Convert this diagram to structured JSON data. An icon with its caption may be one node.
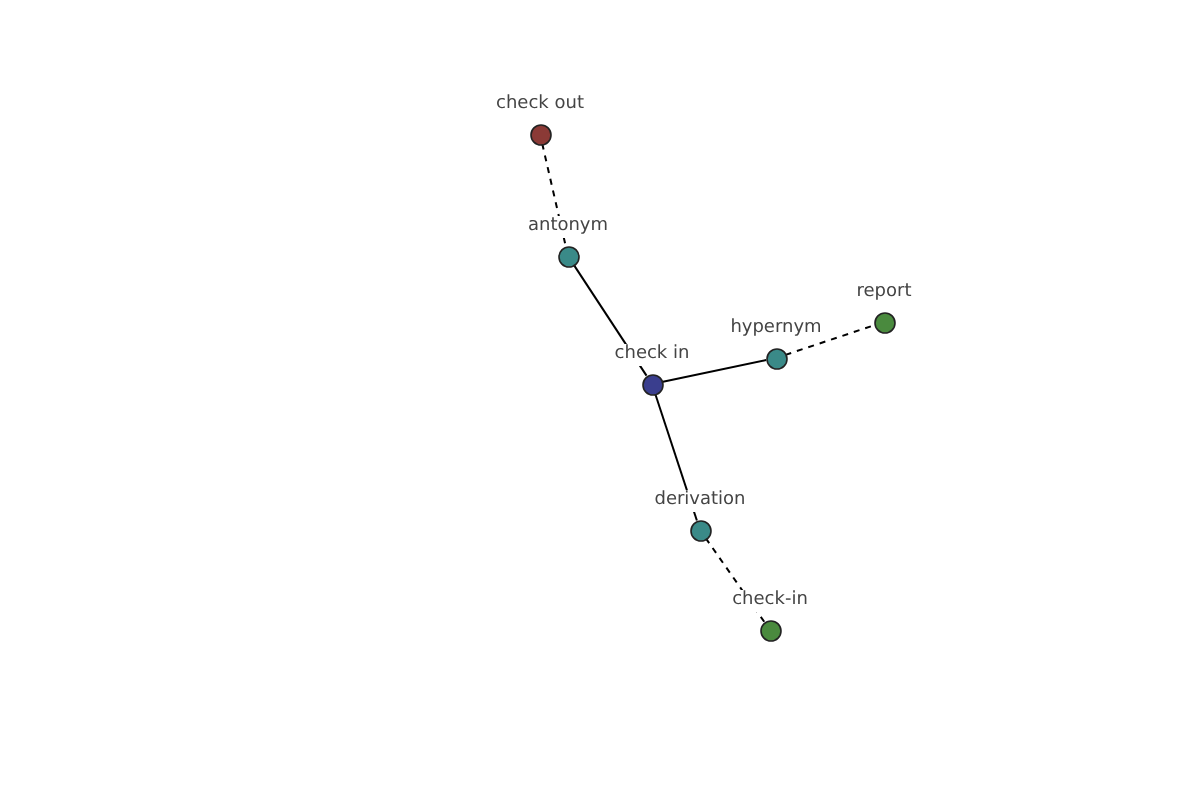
{
  "diagram": {
    "nodes": [
      {
        "text": [
          "check out"
        ]
      },
      {
        "text": [
          "antonym"
        ]
      },
      {
        "text": [
          "check in"
        ]
      },
      {
        "text": [
          "hypernym"
        ]
      },
      {
        "text": [
          "report"
        ]
      },
      {
        "text": [
          "derivation"
        ]
      },
      {
        "text": [
          "check-in"
        ]
      }
    ],
    "edges": [
      {
        "from": 0,
        "to": 1,
        "arrow": "none",
        "style": "dashed"
      },
      {
        "from": 1,
        "to": 2,
        "arrow": "none"
      },
      {
        "from": 2,
        "to": 3,
        "arrow": "none"
      },
      {
        "from": 3,
        "to": 4,
        "arrow": "none",
        "style": "dashed"
      },
      {
        "from": 2,
        "to": 5,
        "arrow": "none"
      },
      {
        "from": 5,
        "to": 6,
        "arrow": "none",
        "style": "dashed"
      }
    ]
  }
}
